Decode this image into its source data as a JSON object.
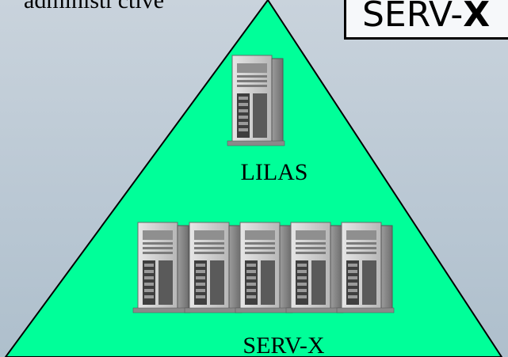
{
  "diagram": {
    "top_label": "administr'ctive",
    "title_box": {
      "prefix": "SERV-",
      "suffix": "X"
    },
    "nodes": [
      {
        "id": "lilas",
        "label": "LILAS",
        "servers": 1
      },
      {
        "id": "serv-x",
        "label": "SERV-X",
        "servers": 5
      }
    ],
    "colors": {
      "background": "#c1cdd8",
      "triangle_fill": "#00ff99",
      "triangle_stroke": "#000000",
      "server_body": "#c8c8c8"
    }
  }
}
